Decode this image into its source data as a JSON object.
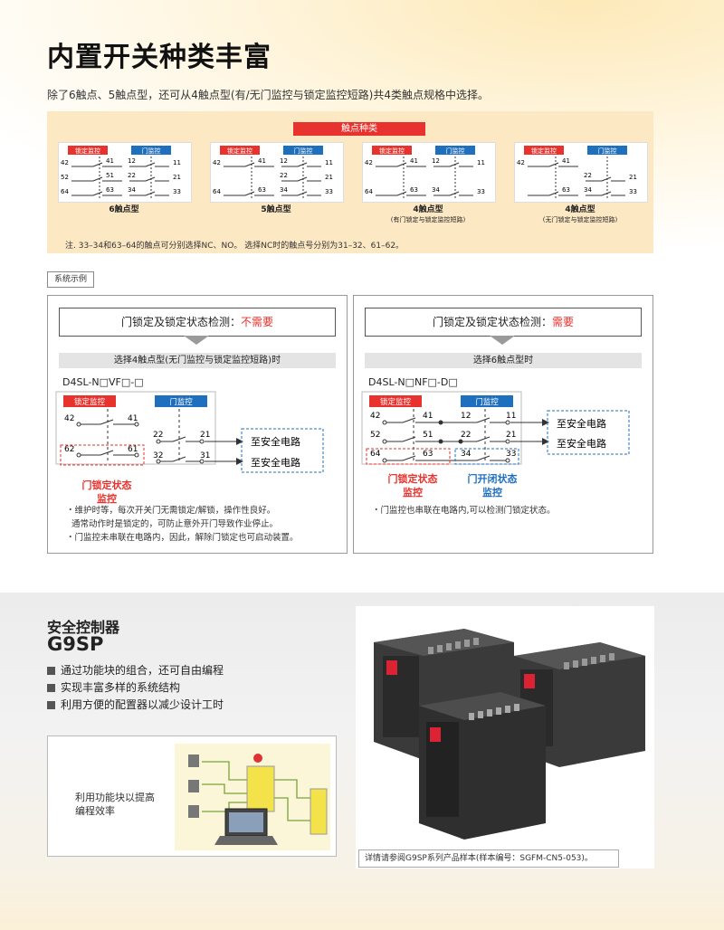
{
  "header": {
    "title": "内置开关种类丰富",
    "intro": "除了6触点、5触点型，还可从4触点型(有/无门监控与锁定监控短路)共4类触点规格中选择。"
  },
  "contact_types": {
    "tag": "触点种类",
    "lock_label": "锁定监控",
    "door_label": "门监控",
    "variants": [
      {
        "caption": "6触点型",
        "sub": "",
        "left": [
          "42",
          "52",
          "64"
        ],
        "mid": [
          "41",
          "51",
          "63"
        ],
        "right_in": [
          "12",
          "22",
          "34"
        ],
        "right_out": [
          "11",
          "21",
          "33"
        ]
      },
      {
        "caption": "5触点型",
        "sub": "",
        "left": [
          "42",
          "",
          "64"
        ],
        "mid": [
          "41",
          "",
          "63"
        ],
        "right_in": [
          "12",
          "22",
          "34"
        ],
        "right_out": [
          "11",
          "21",
          "33"
        ]
      },
      {
        "caption": "4触点型",
        "sub": "(有门锁定与锁定监控短路)",
        "left": [
          "42",
          "",
          "64"
        ],
        "mid": [
          "41",
          "",
          "63"
        ],
        "right_in": [
          "12",
          "",
          "34"
        ],
        "right_out": [
          "11",
          "",
          "33"
        ]
      },
      {
        "caption": "4触点型",
        "sub": "(无门锁定与锁定监控短路)",
        "left": [
          "42",
          "",
          ""
        ],
        "mid": [
          "41",
          "",
          "63"
        ],
        "right_in": [
          "",
          "22",
          "34"
        ],
        "right_out": [
          "",
          "21",
          "33"
        ]
      }
    ],
    "note": "注. 33–34和63–64的触点可分别选择NC、NO。 选择NC时的触点号分别为31–32、61–62。"
  },
  "system_example": {
    "label": "系统示例",
    "left": {
      "head_prefix": "门锁定及锁定状态检测：",
      "head_value": "不需要",
      "select": "选择4触点型(无门监控与锁定监控短路)时",
      "model": "D4SL-N□VF□-□",
      "lock_label": "锁定监控",
      "door_label": "门监控",
      "terms": {
        "l1a": "42",
        "l1b": "41",
        "l2a": "62",
        "l2b": "61",
        "r1a": "22",
        "r1b": "21",
        "r2a": "32",
        "r2b": "31"
      },
      "circuit": "至安全电路",
      "monitor": "门锁定状态\n监控",
      "bullets": [
        "・维护时等，每次开关门无需锁定/解锁，操作性良好。",
        "  通常动作时是锁定的，可防止意外开门导致作业停止。",
        "・门监控未串联在电路内，因此，解除门锁定也可启动装置。"
      ]
    },
    "right": {
      "head_prefix": "门锁定及锁定状态检测：",
      "head_value": "需要",
      "select": "选择6触点型时",
      "model": "D4SL-N□NF□-D□",
      "lock_label": "锁定监控",
      "door_label": "门监控",
      "terms": {
        "a1": "42",
        "a2": "41",
        "b1": "12",
        "b2": "11",
        "c1": "52",
        "c2": "51",
        "d1": "22",
        "d2": "21",
        "e1": "64",
        "e2": "63",
        "f1": "34",
        "f2": "33"
      },
      "circuit": "至安全电路",
      "monitor_lock": "门锁定状态\n监控",
      "monitor_door": "门开闭状态\n监控",
      "bullets": [
        "・门监控也串联在电路内,可以检测门锁定状态。"
      ]
    }
  },
  "g9sp": {
    "title": "安全控制器",
    "model": "G9SP",
    "features": [
      "通过功能块的组合，还可自由编程",
      "实现丰富多样的系统结构",
      "利用方便的配置器以减少设计工时"
    ],
    "fb_text": "利用功能块以提高\n编程效率",
    "photo_note": "详情请参阅G9SP系列产品样本(样本编号：SGFM-CN5-053)。"
  },
  "colors": {
    "red": "#e8322d",
    "blue": "#1f6fbf",
    "panel": "#fde8c4"
  }
}
